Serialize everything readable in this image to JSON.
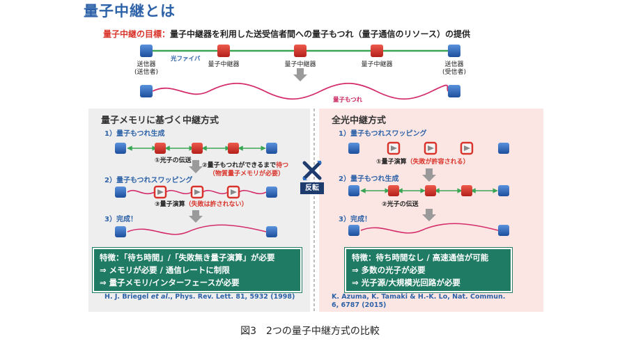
{
  "title": "量子中継とは",
  "goal": {
    "label": "量子中継の目標：",
    "text": "量子中継器を利用した送受信者間への量子もつれ（量子通信のリソース）の提供"
  },
  "top": {
    "sender_label": "送信器",
    "sender_sub": "(送信者)",
    "receiver_label": "送信器",
    "receiver_sub": "(受信者)",
    "repeater_label": "量子中継器",
    "fiber_label": "光ファイバ",
    "entanglement_label": "量子もつれ"
  },
  "left": {
    "title": "量子メモリに基づく中継方式",
    "step1": "1）量子もつれ生成",
    "photon_transfer": "①光子の伝送",
    "wait_note_a": "②量子もつれができるまで",
    "wait_note_red": "待つ",
    "wait_note_b": "（物質量子メモリが必要）",
    "step2": "2）量子もつれスワッピング",
    "op_note": "③量子演算",
    "op_note_paren": "（失敗は許されない）",
    "step3": "3）完成！",
    "features": [
      "特徴：「待ち時間」/「失敗無き量子演算」が必要",
      "⇒ メモリが必要 / 通信レートに制限",
      "⇒ 量子メモリ/インターフェースが必要"
    ],
    "ref_pre": "H. J. Briegel ",
    "ref_etal": "et al",
    "ref_post": "., Phys. Rev. Lett. 81, 5932 (1998)"
  },
  "right": {
    "title": "全光中継方式",
    "step1": "1）量子もつれスワッピング",
    "op_note": "①量子演算",
    "op_note_red": "（失敗が許容される）",
    "step2": "2）量子もつれ生成",
    "photon_transfer": "②光子の伝送",
    "step3": "3）完成！",
    "features": [
      "特徴：待ち時間なし / 高速通信が可能",
      "⇒ 多数の光子が必要",
      "⇒ 光子源/大規模光回路が必要"
    ],
    "ref_line1": "K. Azuma, K. Tamaki & H.-K. Lo, Nat. Commun.",
    "ref_line2": "6, 6787 (2015)"
  },
  "reverse_label": "反転",
  "caption": "図3　2つの量子中継方式の比較",
  "colors": {
    "blue_node": "#2f6fc4",
    "red_node": "#d9342b",
    "green_link": "#3aa655",
    "entangle_wave": "#d42c6a",
    "title_blue": "#2d62a8",
    "feature_green": "#1f7b63"
  }
}
